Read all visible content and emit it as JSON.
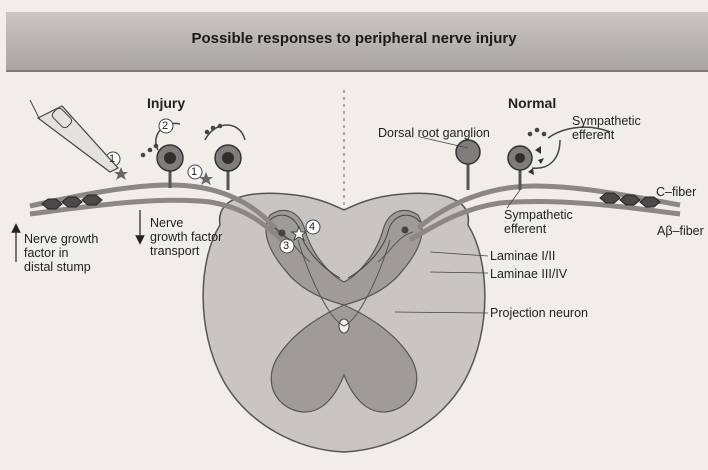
{
  "figure": {
    "title": "Possible responses to peripheral nerve injury",
    "labels": {
      "injury": "Injury",
      "normal": "Normal",
      "drg": "Dorsal root ganglion",
      "sympathetic_efferent_top": "Sympathetic\nefferent",
      "c_fiber": "C–fiber",
      "ab_fiber": "Aβ–fiber",
      "sympathetic_efferent_mid": "Sympathetic\nefferent",
      "laminae_1_2": "Laminae I/II",
      "laminae_3_4": "Laminae III/IV",
      "projection_neuron": "Projection neuron",
      "ngf_distal": "Nerve growth\nfactor in\ndistal stump",
      "ngf_transport": "Nerve\ngrowth factor\ntransport"
    },
    "markers": [
      "1",
      "2",
      "1",
      "3",
      "4"
    ],
    "colors": {
      "cord_outer": "#c8c5c2",
      "cord_gray": "#9e9b98",
      "nerve": "#8a8785",
      "neuron_body": "#7f7d7b",
      "title_bar": "#b7b4b0"
    }
  }
}
